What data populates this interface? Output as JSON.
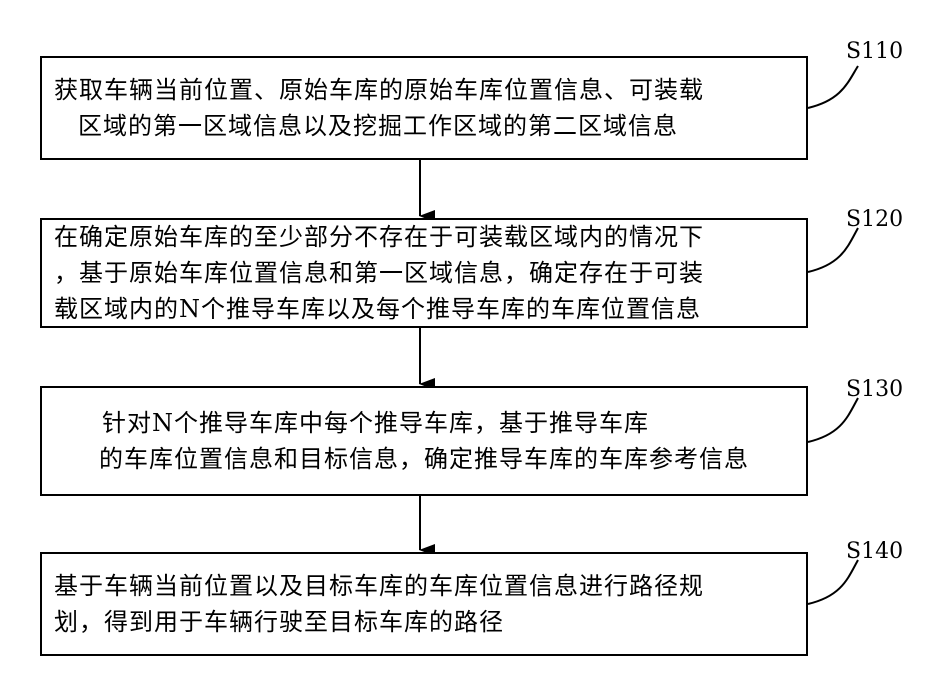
{
  "steps": [
    {
      "label": "S110",
      "lines": [
        "获取车辆当前位置、原始车库的原始车库位置信息、可装载",
        "区域的第一区域信息以及挖掘工作区域的第二区域信息"
      ]
    },
    {
      "label": "S120",
      "lines": [
        "在确定原始车库的至少部分不存在于可装载区域内的情况下",
        "，基于原始车库位置信息和第一区域信息，确定存在于可装",
        "载区域内的N个推导车库以及每个推导车库的车库位置信息"
      ]
    },
    {
      "label": "S130",
      "lines": [
        "针对N个推导车库中每个推导车库，基于推导车库",
        "的车库位置信息和目标信息，确定推导车库的车库参考信息"
      ]
    },
    {
      "label": "S140",
      "lines": [
        "基于车辆当前位置以及目标车库的车库位置信息进行路径规",
        "划，得到用于车辆行驶至目标车库的路径"
      ]
    }
  ]
}
